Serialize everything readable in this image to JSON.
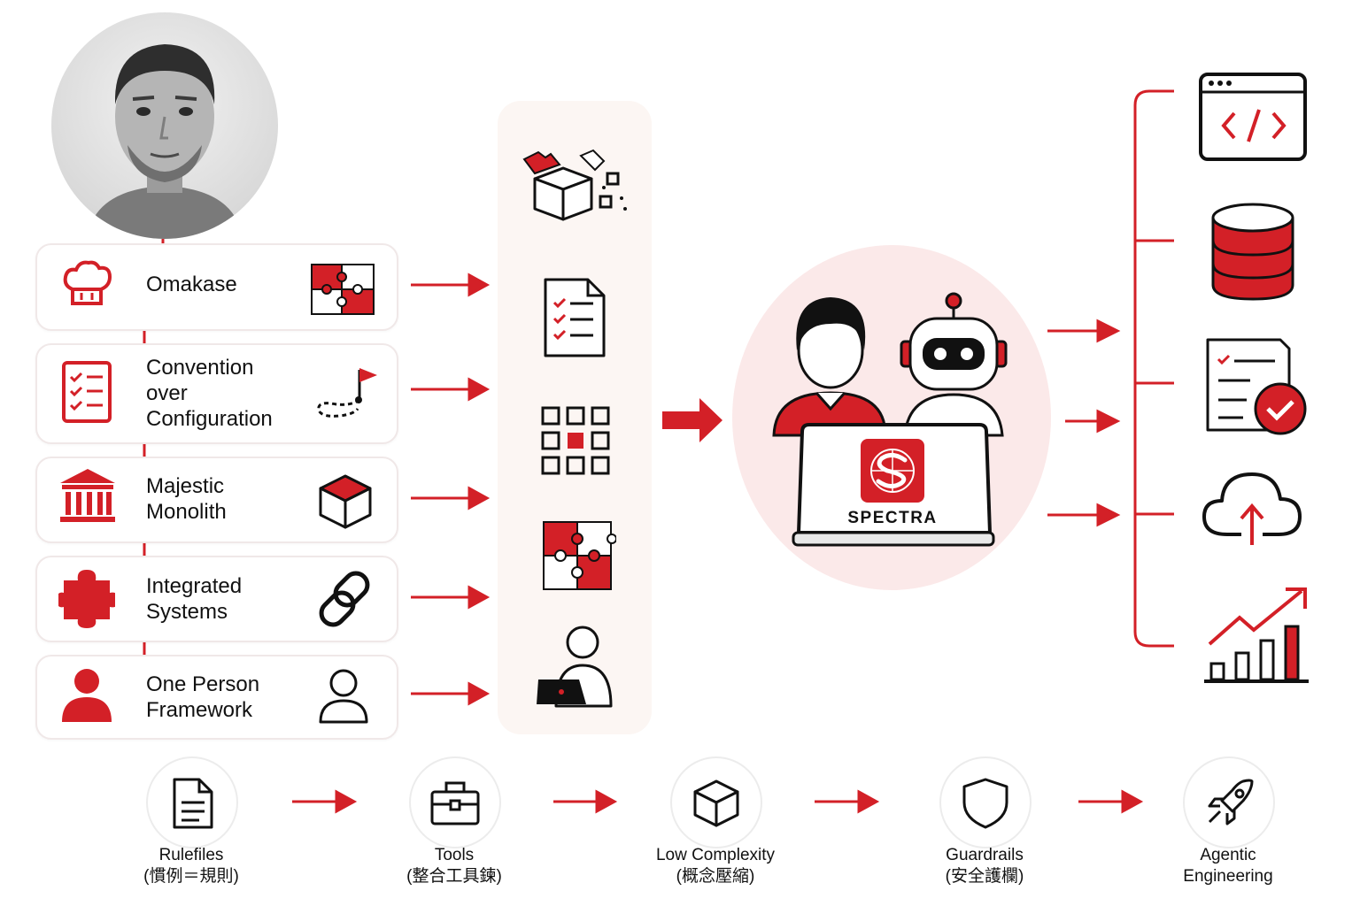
{
  "principles": [
    {
      "label": "Omakase",
      "left_icon": "chef-hat-icon",
      "right_icon": "puzzle-icon"
    },
    {
      "label": "Convention\nover\nConfiguration",
      "left_icon": "checklist-icon",
      "right_icon": "flag-path-icon"
    },
    {
      "label": "Majestic\nMonolith",
      "left_icon": "classical-building-icon",
      "right_icon": "cube-icon"
    },
    {
      "label": "Integrated\nSystems",
      "left_icon": "puzzle-piece-icon",
      "right_icon": "chain-link-icon"
    },
    {
      "label": "One Person\nFramework",
      "left_icon": "person-icon",
      "right_icon": "person-outline-icon"
    }
  ],
  "tool_icons": [
    "open-box-puzzle-icon",
    "checklist-document-icon",
    "grid-icon",
    "puzzle-icon",
    "person-laptop-icon"
  ],
  "center": {
    "brand": "SPECTRA",
    "icons": [
      "developer-icon",
      "robot-icon",
      "laptop-icon",
      "spectra-logo-icon"
    ]
  },
  "outputs": [
    "code-window-icon",
    "database-icon",
    "checklist-approved-icon",
    "cloud-upload-icon",
    "growth-chart-icon"
  ],
  "steps": [
    {
      "title": "Rulefiles",
      "subtitle": "(慣例＝規則)",
      "icon": "document-icon"
    },
    {
      "title": "Tools",
      "subtitle": "(整合工具鍊)",
      "icon": "toolbox-icon"
    },
    {
      "title": "Low Complexity",
      "subtitle": "(概念壓縮)",
      "icon": "cube-icon"
    },
    {
      "title": "Guardrails",
      "subtitle": "(安全護欄)",
      "icon": "shield-icon"
    },
    {
      "title": "Agentic",
      "subtitle": "Engineering",
      "icon": "rocket-icon"
    }
  ],
  "colors": {
    "accent": "#d32027",
    "ink": "#111111",
    "panel": "#fcf6f3",
    "circle": "#fbe9e9"
  }
}
